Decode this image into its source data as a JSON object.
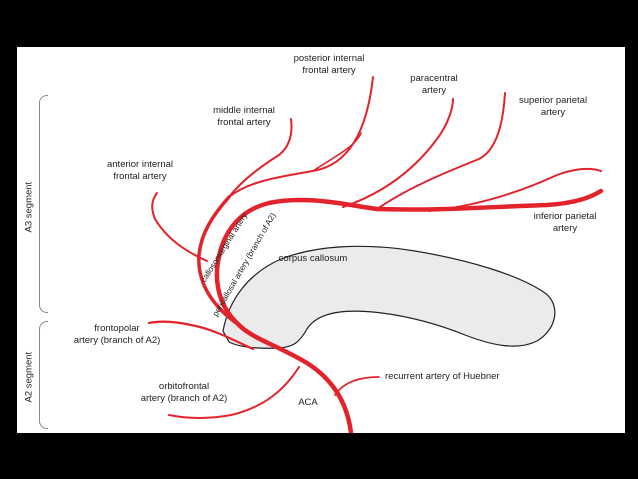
{
  "colors": {
    "artery": "#e3232b",
    "callosum_fill": "#ebebeb",
    "callosum_stroke": "#222222",
    "background": "#000000",
    "panel": "#ffffff"
  },
  "segments": {
    "a3": "A3 segment",
    "a2": "A2 segment"
  },
  "labels": {
    "posterior_internal_frontal": "posterior internal\nfrontal artery",
    "paracentral": "paracentral\nartery",
    "superior_parietal": "superior parietal\nartery",
    "middle_internal_frontal": "middle internal\nfrontal artery",
    "anterior_internal_frontal": "anterior internal\nfrontal artery",
    "inferior_parietal": "inferior parietal\nartery",
    "corpus_callosum": "corpus callosum",
    "callosomarginal": "callosomarginal artery",
    "pericallosal": "pericallosal artery (branch of A2)",
    "frontopolar": "frontopolar\nartery (branch of A2)",
    "orbitofrontal": "orbitofrontal\nartery (branch of A2)",
    "recurrent_huebner": "recurrent artery of Huebner",
    "aca": "ACA"
  }
}
